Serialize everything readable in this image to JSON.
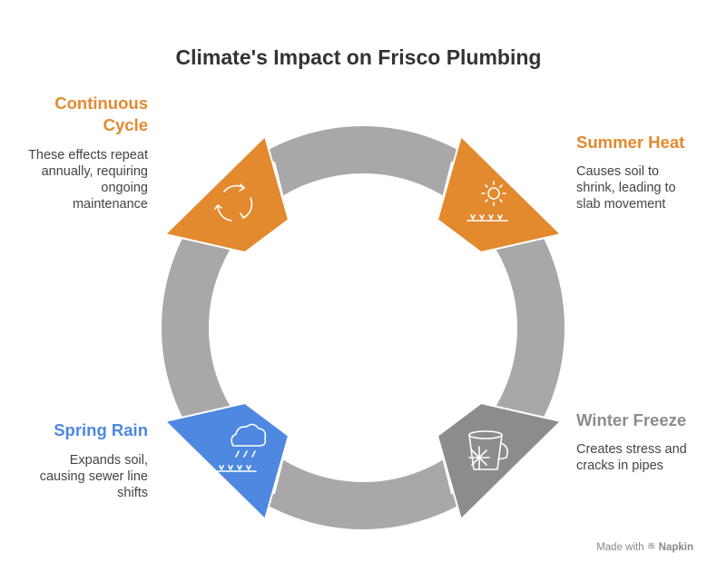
{
  "title": "Climate's Impact on Frisco Plumbing",
  "stages": {
    "continuous": {
      "label_line1": "Continuous",
      "label_line2": "Cycle",
      "desc_lines": [
        "These effects repeat",
        "annually, requiring",
        "ongoing",
        "maintenance"
      ],
      "color": "#E3892E",
      "icon": "cycle-arrows-icon"
    },
    "summer": {
      "label": "Summer Heat",
      "desc_lines": [
        "Causes soil to",
        "shrink, leading to",
        "slab movement"
      ],
      "color": "#E3892E",
      "icon": "sun-over-ground-icon"
    },
    "winter": {
      "label": "Winter Freeze",
      "desc_lines": [
        "Creates stress and",
        "cracks in pipes"
      ],
      "color": "#8C8C8C",
      "icon": "frozen-bucket-icon"
    },
    "spring": {
      "label": "Spring Rain",
      "desc_lines": [
        "Expands soil,",
        "causing sewer line",
        "shifts"
      ],
      "color": "#4E88E0",
      "icon": "rain-cloud-icon"
    }
  },
  "ring_color": "#A8A8A8",
  "footer": {
    "made_with": "Made with",
    "brand": "Napkin"
  }
}
